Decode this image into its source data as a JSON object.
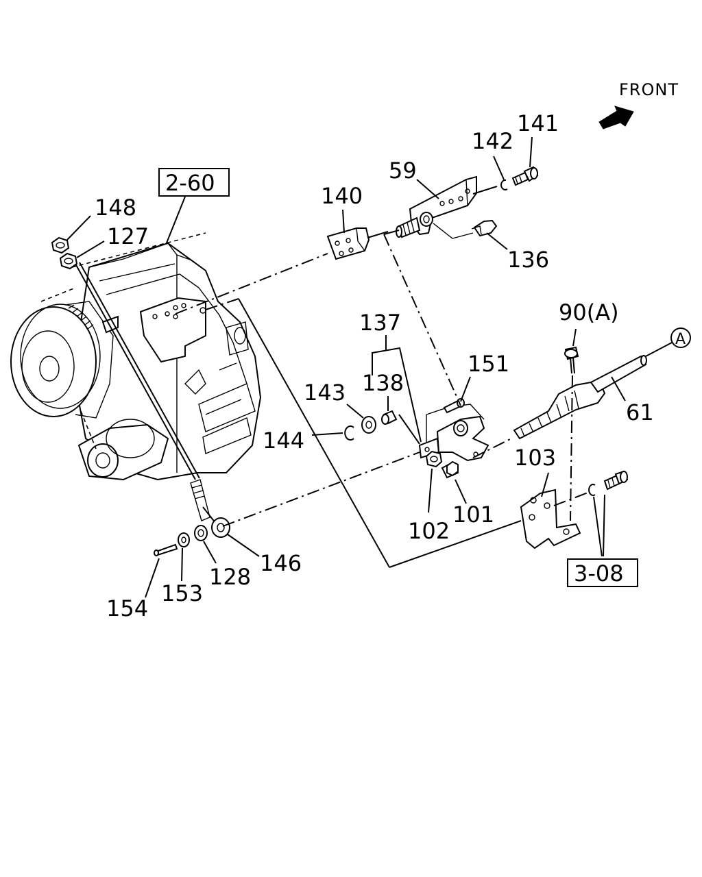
{
  "direction": {
    "label": "FRONT",
    "icon": "front-arrow-icon"
  },
  "references": [
    {
      "id": "ref-2-60",
      "label": "2-60"
    },
    {
      "id": "ref-3-08",
      "label": "3-08"
    },
    {
      "id": "ref-a",
      "label": "A"
    }
  ],
  "callouts": {
    "p148": "148",
    "p127": "127",
    "p140": "140",
    "p59": "59",
    "p142": "142",
    "p141": "141",
    "p136": "136",
    "p137": "137",
    "p138": "138",
    "p143": "143",
    "p144": "144",
    "p151": "151",
    "p90a": "90(A)",
    "p61": "61",
    "p103": "103",
    "p102": "102",
    "p101": "101",
    "p146": "146",
    "p128": "128",
    "p153": "153",
    "p154": "154"
  }
}
